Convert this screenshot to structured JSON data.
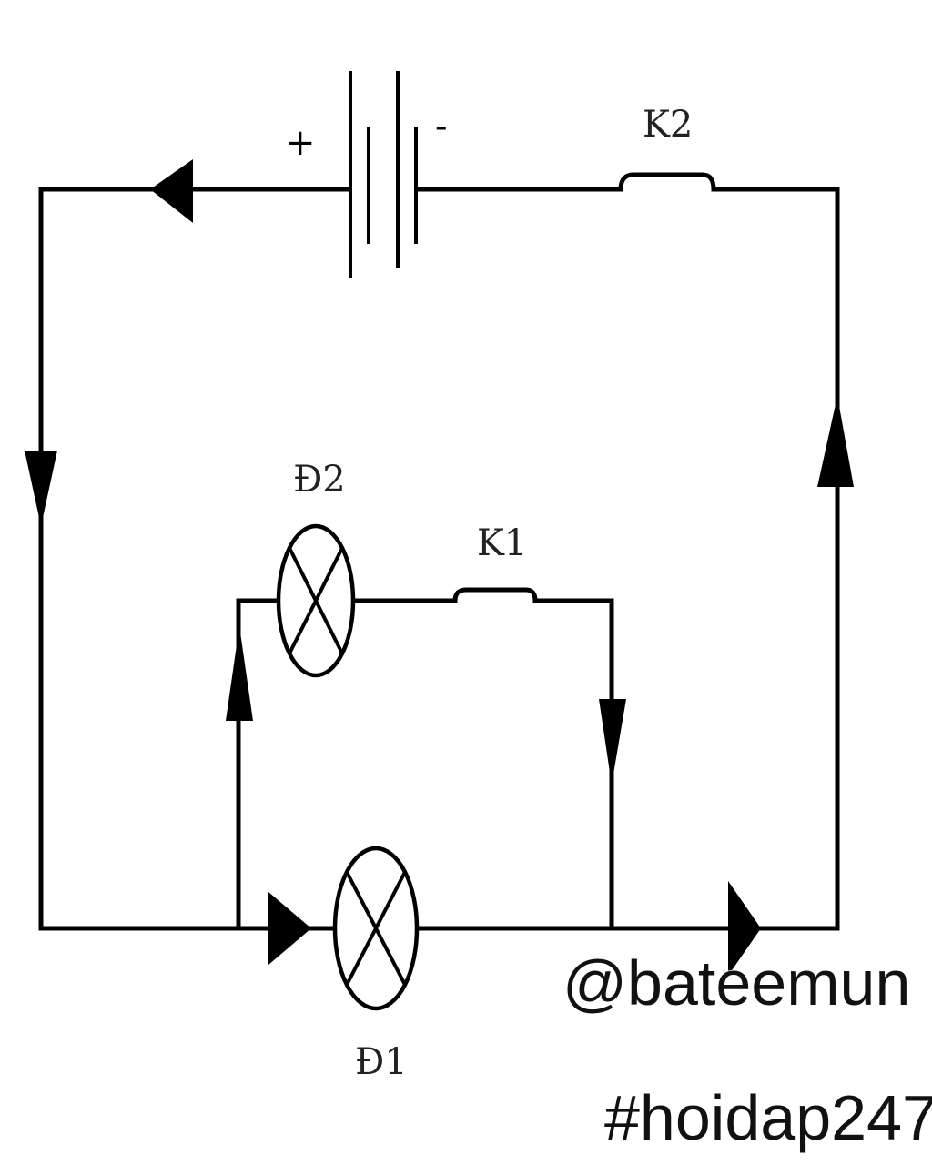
{
  "labels": {
    "switch_k2": "K2",
    "switch_k1": "K1",
    "lamp_d2": "Đ2",
    "lamp_d1": "Đ1",
    "battery_plus": "+",
    "battery_minus": "-"
  },
  "watermark": {
    "line1": "@bateemun",
    "line2": "#hoidap247"
  }
}
